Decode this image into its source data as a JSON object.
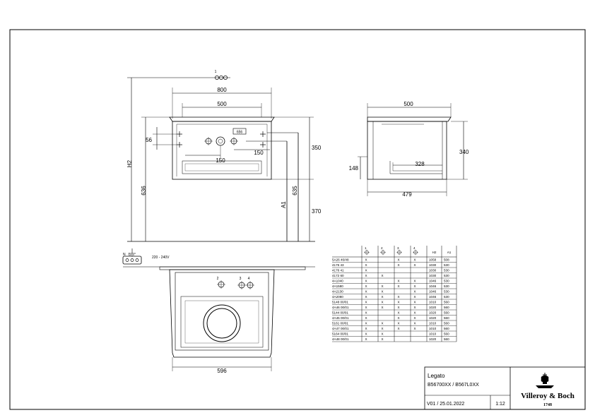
{
  "front_view": {
    "top_number": "1",
    "width_outer": "800",
    "width_inner": "500",
    "dim_56": "56",
    "dim_150_right": "150",
    "dim_150_mid": "150",
    "label_h2": "H2",
    "dim_636": "636",
    "dim_635": "635",
    "label_a1": "A1",
    "dim_350": "350",
    "dim_370": "370",
    "tag_box": "656"
  },
  "side_view": {
    "width_top": "500",
    "dim_340": "340",
    "dim_148": "148",
    "dim_328": "328",
    "width_bottom": "479"
  },
  "electrical": {
    "symbol_labels": "N   L",
    "voltage": "220 - 240V"
  },
  "top_view": {
    "num_2": "2",
    "num_3": "3",
    "num_4": "4",
    "width": "596"
  },
  "table": {
    "headers": [
      "1",
      "2",
      "3",
      "4",
      "H2",
      "A1"
    ],
    "rows": [
      {
        "code": "5A26 46/48",
        "c": [
          "X",
          "",
          "X",
          "X"
        ],
        "h2": "1058",
        "a1": "508"
      },
      {
        "code": "4176 43",
        "c": [
          "X",
          "",
          "X",
          "X"
        ],
        "h2": "1030",
        "a1": "530"
      },
      {
        "code": "4176 41",
        "c": [
          "X",
          "",
          "",
          ""
        ],
        "h2": "1030",
        "a1": "530"
      },
      {
        "code": "4172 60",
        "c": [
          "X",
          "X",
          "",
          ""
        ],
        "h2": "1030",
        "a1": "530"
      },
      {
        "code": "4A1040",
        "c": [
          "X",
          "",
          "X",
          "X"
        ],
        "h2": "1046",
        "a1": "530"
      },
      {
        "code": "4A1580",
        "c": [
          "X",
          "X",
          "X",
          "X"
        ],
        "h2": "1046",
        "a1": "530"
      },
      {
        "code": "4A2130",
        "c": [
          "X",
          "X",
          "",
          "X"
        ],
        "h2": "1046",
        "a1": "530"
      },
      {
        "code": "4A2080",
        "c": [
          "X",
          "X",
          "X",
          "X"
        ],
        "h2": "1046",
        "a1": "530"
      },
      {
        "code": "5148 00/01",
        "c": [
          "X",
          "X",
          "X",
          "X"
        ],
        "h2": "1010",
        "a1": "560"
      },
      {
        "code": "4A46 00/01",
        "c": [
          "X",
          "X",
          "X",
          "X"
        ],
        "h2": "1020",
        "a1": "560"
      },
      {
        "code": "5144 00/01",
        "c": [
          "X",
          "",
          "X",
          "X"
        ],
        "h2": "1020",
        "a1": "560"
      },
      {
        "code": "4A45 00/01",
        "c": [
          "X",
          "",
          "X",
          "X"
        ],
        "h2": "1020",
        "a1": "560"
      },
      {
        "code": "5161 00/01",
        "c": [
          "X",
          "X",
          "X",
          "X"
        ],
        "h2": "1010",
        "a1": "560"
      },
      {
        "code": "4A47 00/01",
        "c": [
          "X",
          "X",
          "X",
          "X"
        ],
        "h2": "1010",
        "a1": "560"
      },
      {
        "code": "5164 00/01",
        "c": [
          "X",
          "X",
          "",
          ""
        ],
        "h2": "1010",
        "a1": "560"
      },
      {
        "code": "4A48 00/01",
        "c": [
          "X",
          "X",
          "",
          ""
        ],
        "h2": "1020",
        "a1": "560"
      }
    ]
  },
  "title_block": {
    "product": "Legato",
    "article": "B56700XX / B567L0XX",
    "version": "V01 / 25.01.2022",
    "scale": "1:12",
    "brand": "Villeroy & Boch",
    "year": "1748"
  }
}
